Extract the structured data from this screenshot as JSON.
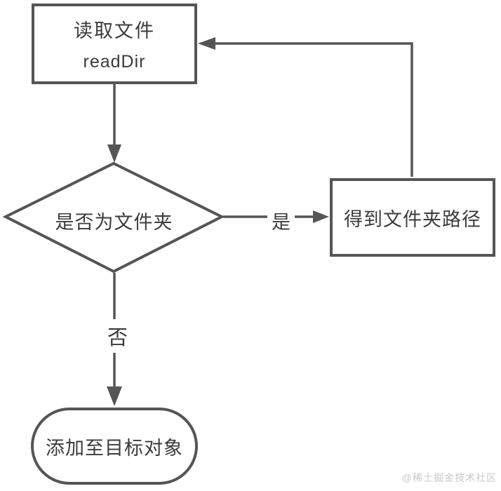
{
  "flowchart": {
    "nodes": {
      "read_file": {
        "title": "读取文件",
        "subtitle": "readDir"
      },
      "decision": {
        "label": "是否为文件夹"
      },
      "get_path": {
        "label": "得到文件夹路径"
      },
      "add_target": {
        "label": "添加至目标对象"
      }
    },
    "edge_labels": {
      "yes": "是",
      "no": "否"
    }
  },
  "watermark": {
    "text": "@稀土掘金技术社区"
  },
  "colors": {
    "line": "#555555",
    "text": "#3b3b3b",
    "node_bg": "#ffffff",
    "watermark": "#c9c9c9",
    "background": "#ffffff"
  }
}
